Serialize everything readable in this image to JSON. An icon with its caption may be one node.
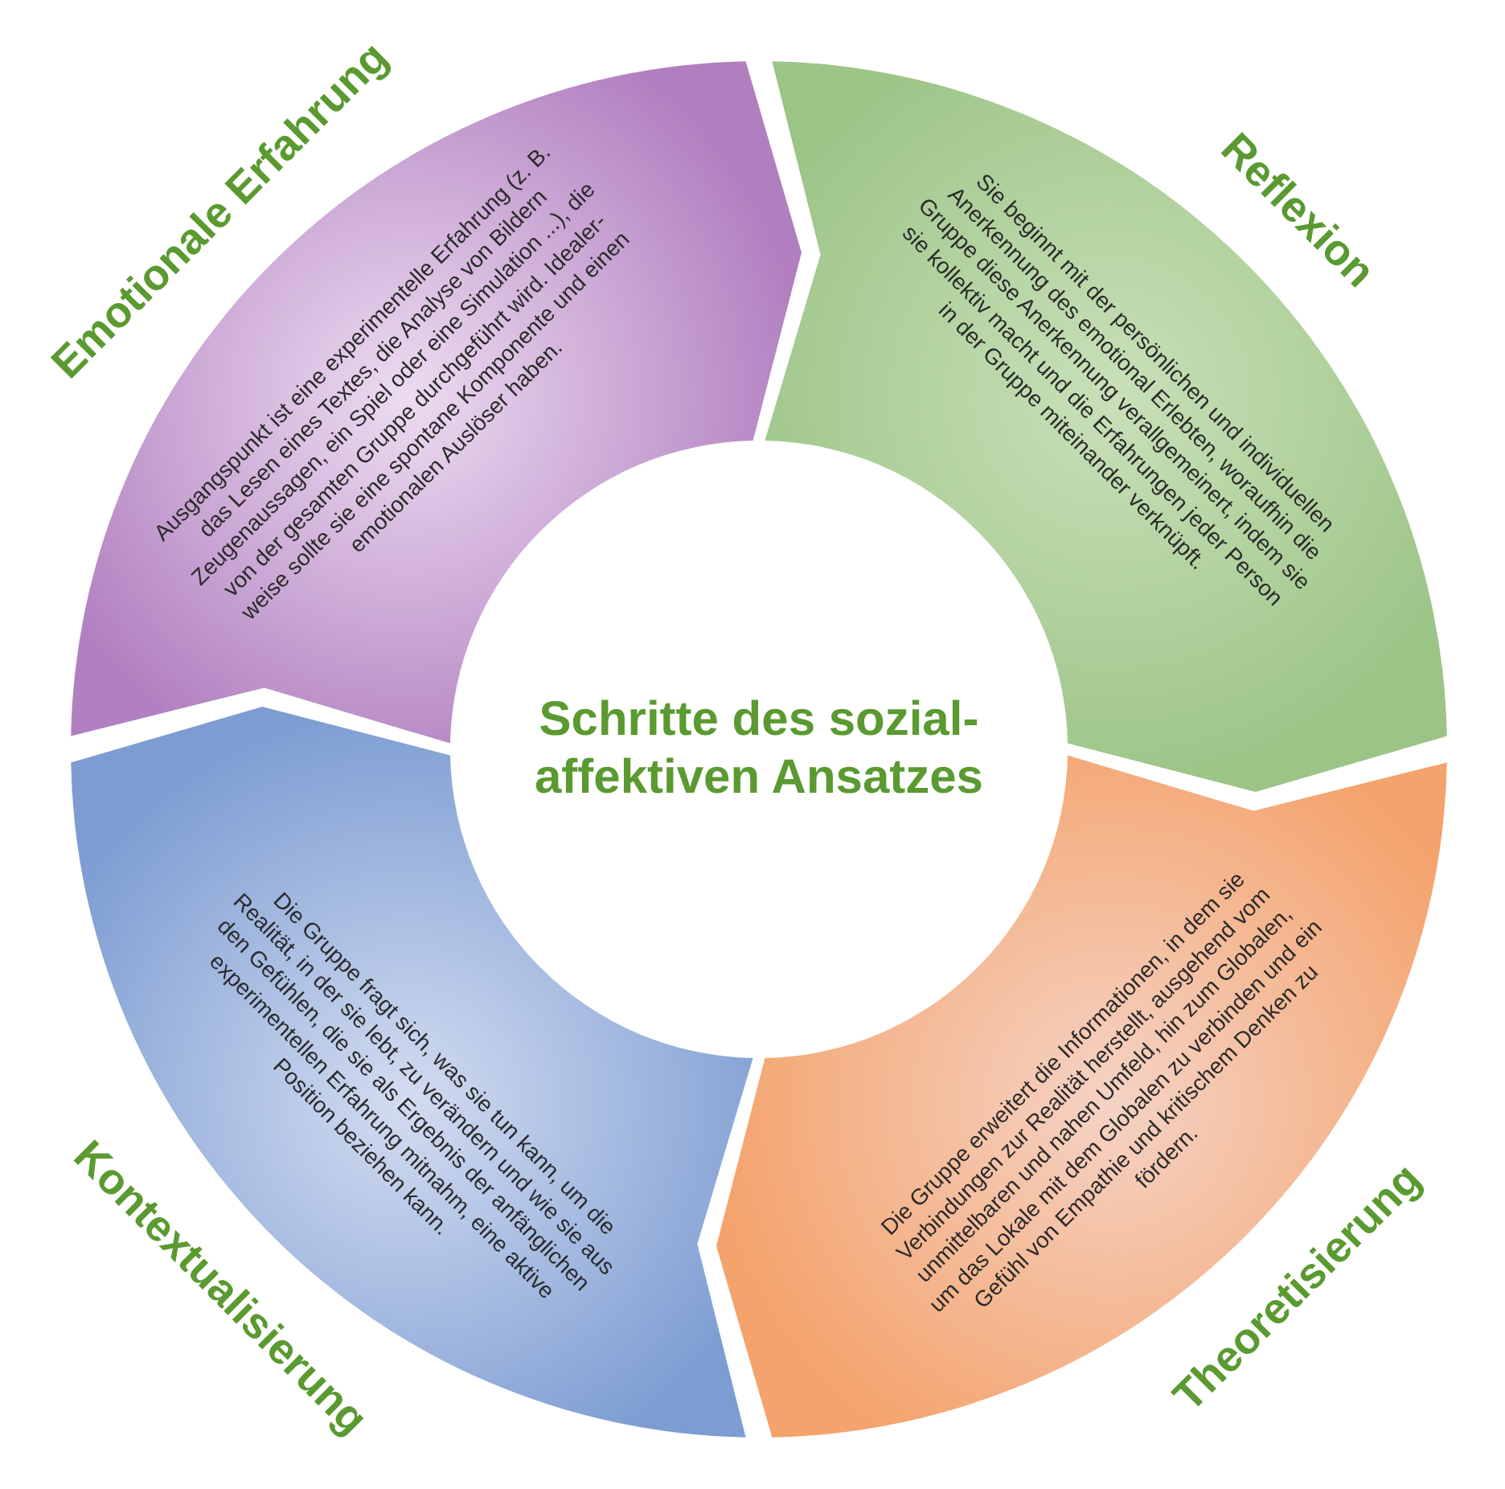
{
  "diagram": {
    "nodes": [
      {
        "text": [
          "Emotionale Erfahrung",
          "Ausgangspunkt ist eine experimentelle Erfahrung (z. B. das Lesen eines Textes, die Analyse von Bildern Zeugenaussagen, ein Spiel oder eine Simulation ...), die von der gesamten Gruppe durchgeführt wird. Idealer-weise sollte sie eine spontane Komponente und einen emotionalen Auslöser haben."
        ]
      },
      {
        "text": [
          "Reflexion",
          "Sie beginnt mit der persönlichen und individuellen Anerkennung des emotional Erlebten, woraufhin die Gruppe diese Anerkennung verallgemeinert, indem sie sie kollektiv macht und die Erfahrungen jeder Person in der Gruppe miteinander verknüpft."
        ]
      },
      {
        "text": [
          "Theoretisierung",
          "Die Gruppe erweitert die Informationen, in dem sie Verbindungen zur Realität herstellt, ausgehend vom unmittelbaren und nahen Umfeld, hin zum Globalen, um das Lokale mit dem Globalen zu verbinden und ein Gefühl von Empathie und kritischem Denken zu fördern."
        ]
      },
      {
        "text": [
          "Kontextualisierung",
          "Die Gruppe fragt sich, was sie tun kann, um die Realität, in der sie lebt, zu verändern und wie sie aus den Gefühlen, die sie als Ergebnis der anfänglichen experimentellen Erfahrung mitnahm, eine aktive Position beziehen kann."
        ]
      },
      {
        "text": [
          "Schritte des sozial-affektiven Ansatzes"
        ]
      }
    ]
  }
}
